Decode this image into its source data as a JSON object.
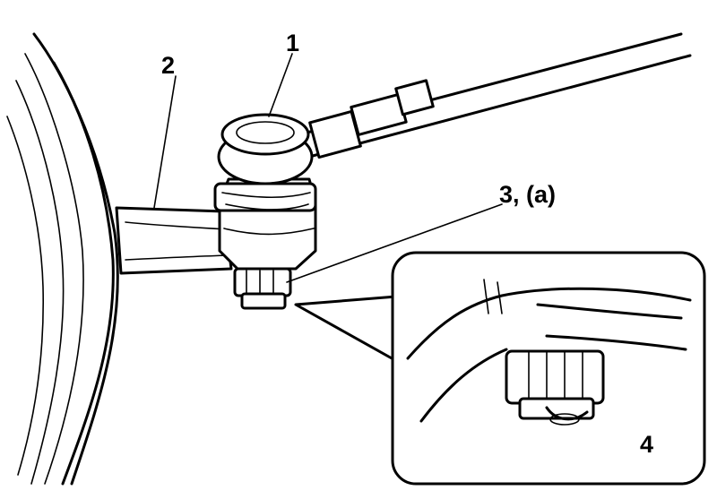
{
  "callouts": {
    "c1": "1",
    "c2": "2",
    "c3": "3, (a)",
    "c4": "4"
  },
  "colors": {
    "ink": "#000000",
    "paper": "#ffffff"
  },
  "icons": [
    "tie-rod-end",
    "steering-knuckle-arm",
    "castle-nut",
    "cotter-pin",
    "tire"
  ]
}
